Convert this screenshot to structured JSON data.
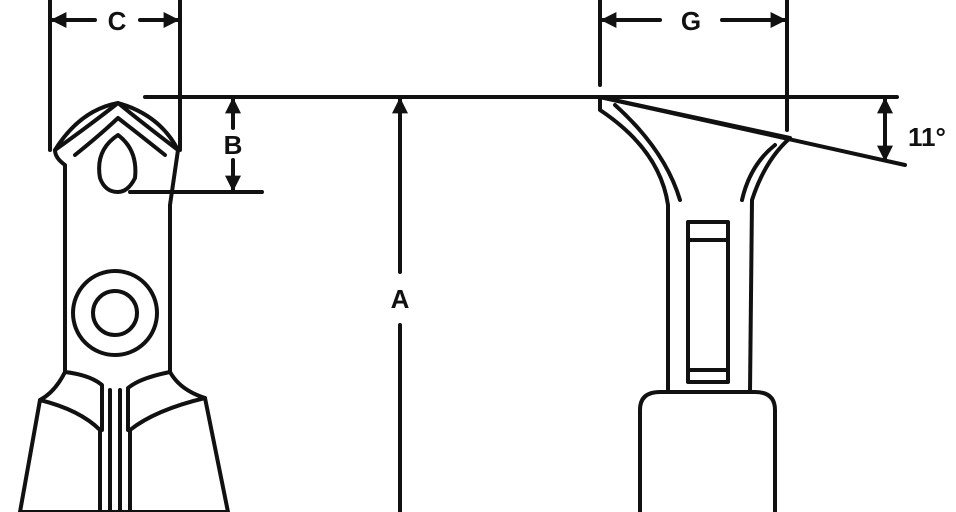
{
  "diagram": {
    "labels": {
      "c": "C",
      "g": "G",
      "b": "B",
      "a": "A",
      "angle": "11°"
    },
    "colors": {
      "line": "#111111",
      "background": "#ffffff"
    }
  }
}
